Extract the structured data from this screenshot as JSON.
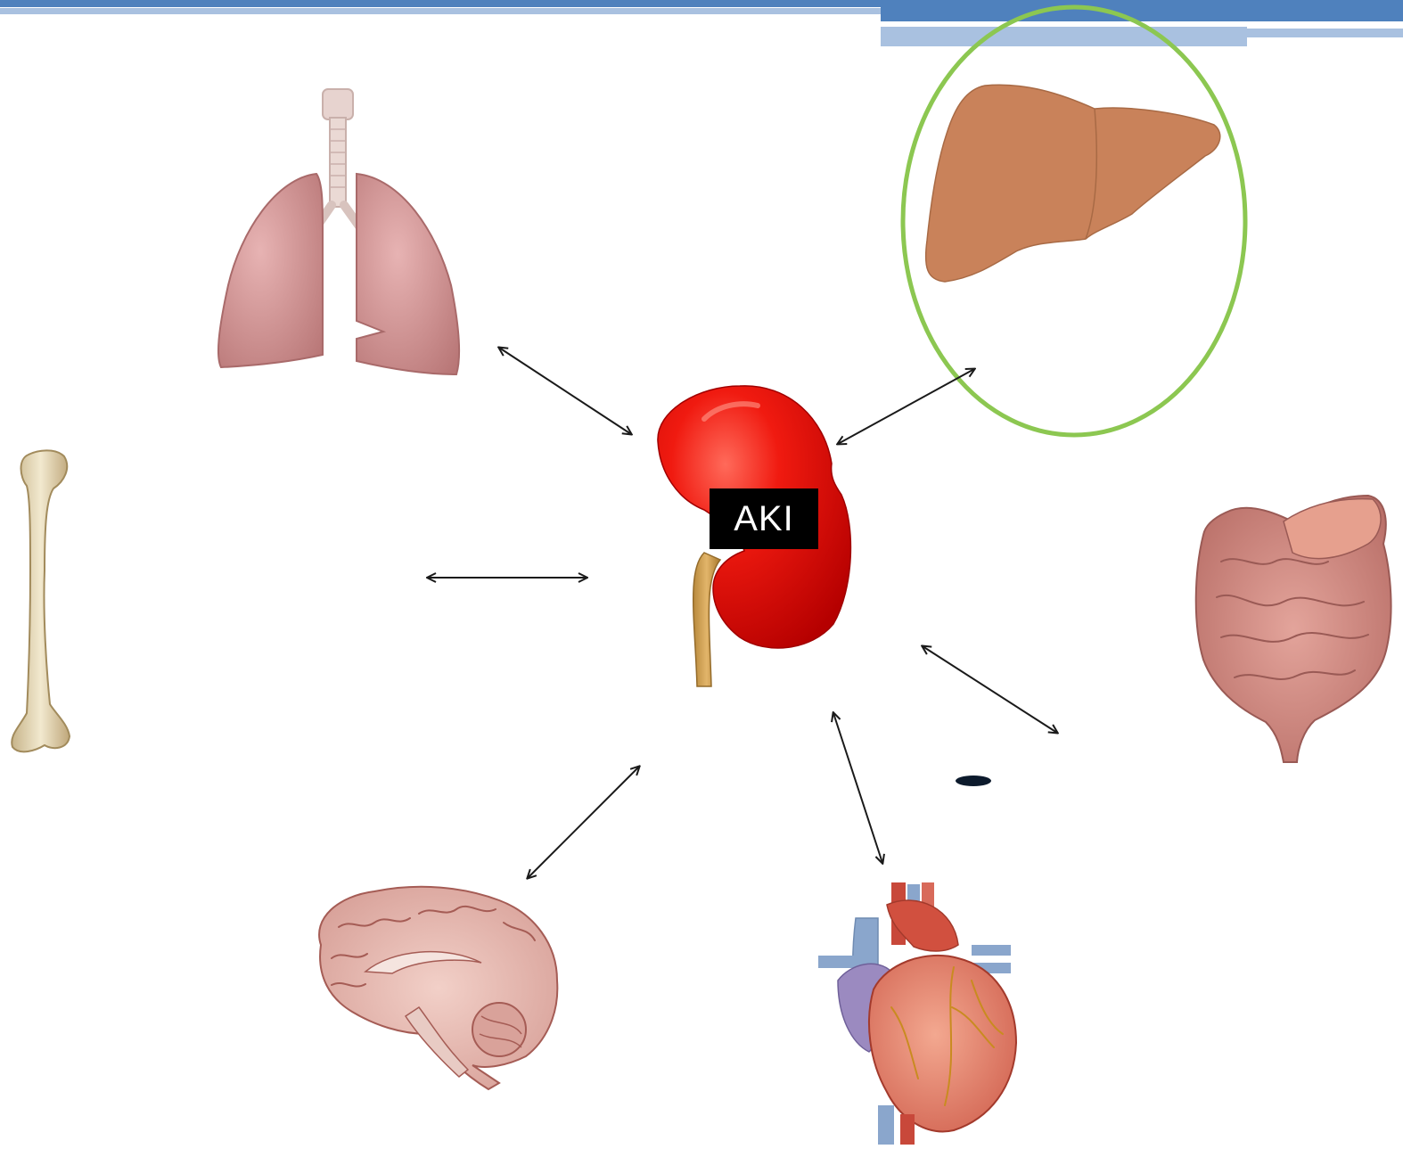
{
  "center_label": "AKI",
  "colors": {
    "header_bar": "#4f81bd",
    "header_bar_light": "#a9c1e0",
    "highlight_circle": "#8cc751",
    "kidney": "#e8100c",
    "liver": "#c9825a",
    "aki_label_bg": "#000000",
    "aki_label_text": "#ffffff",
    "arrow": "#1a1a1a"
  },
  "organs": [
    {
      "name": "lungs",
      "highlighted": false
    },
    {
      "name": "liver",
      "highlighted": true
    },
    {
      "name": "bone",
      "highlighted": false
    },
    {
      "name": "intestine",
      "highlighted": false
    },
    {
      "name": "brain",
      "highlighted": false
    },
    {
      "name": "heart",
      "highlighted": false
    }
  ]
}
